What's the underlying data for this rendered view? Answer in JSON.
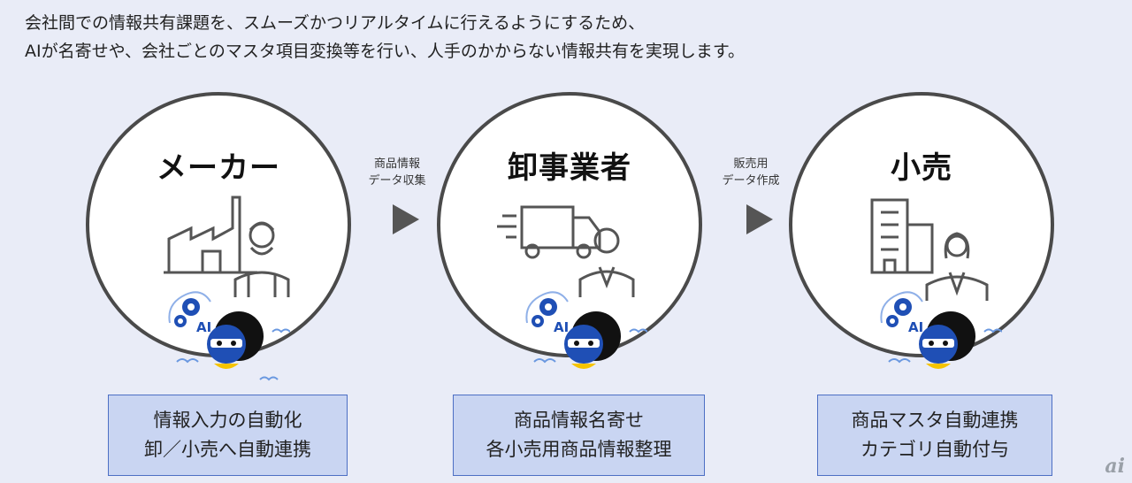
{
  "intro": {
    "line1": "会社間での情報共有課題を、スムーズかつリアルタイムに行えるようにするため、",
    "line2": "AIが名寄せや、会社ごとのマスタ項目変換等を行い、人手のかからない情報共有を実現します。"
  },
  "stages": [
    {
      "title": "メーカー",
      "ai_badge": "AI",
      "box_line1": "情報入力の自動化",
      "box_line2": "卸／小売へ自動連携"
    },
    {
      "title": "卸事業者",
      "ai_badge": "AI",
      "box_line1": "商品情報名寄せ",
      "box_line2": "各小売用商品情報整理"
    },
    {
      "title": "小売",
      "ai_badge": "AI",
      "box_line1": "商品マスタ自動連携",
      "box_line2": "カテゴリ自動付与"
    }
  ],
  "arrows": [
    {
      "line1": "商品情報",
      "line2": "データ収集"
    },
    {
      "line1": "販売用",
      "line2": "データ作成"
    }
  ],
  "watermark": "ai",
  "colors": {
    "background": "#e9ecf7",
    "box_fill": "#c9d5f2",
    "box_border": "#4d6fc4",
    "circle_border": "#4a4a4a",
    "ninja_blue": "#1f4fb5"
  }
}
